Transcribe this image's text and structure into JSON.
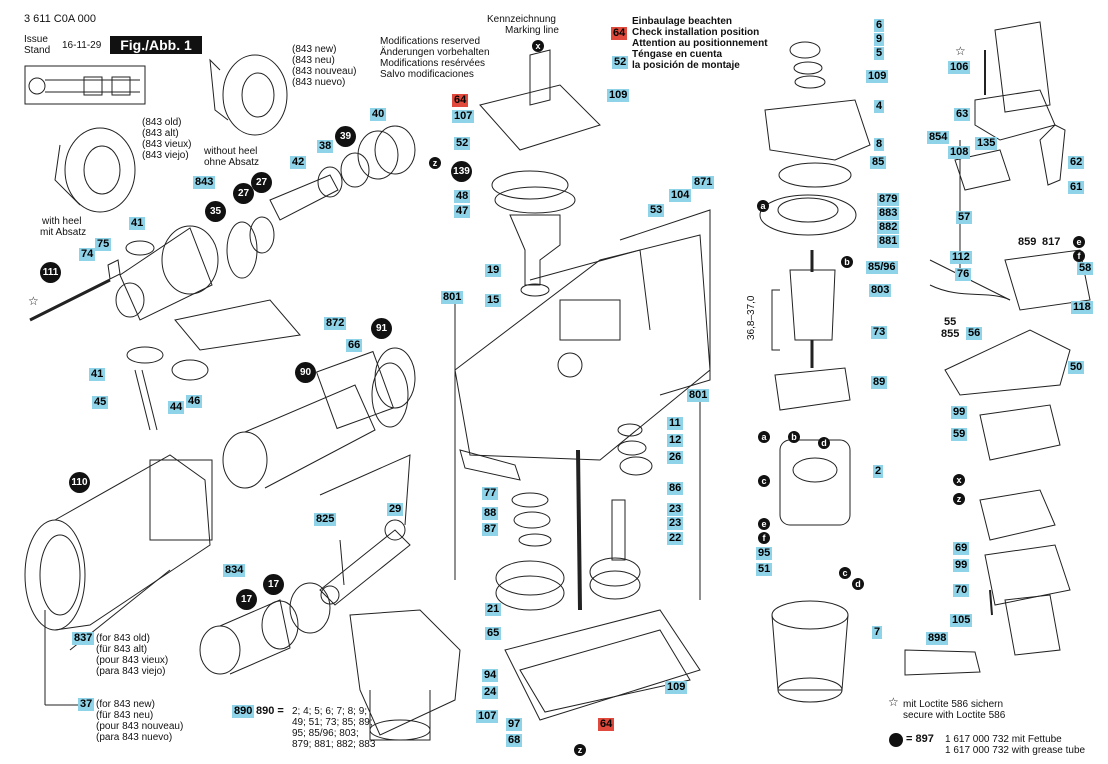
{
  "header": {
    "doc_number": "3 611 C0A 000",
    "issue_label": "Issue",
    "stand_label": "Stand",
    "issue_date": "16-11-29",
    "figure": "Fig./Abb. 1"
  },
  "notes": {
    "modifications": [
      "Modifications reserved",
      "Änderungen vorbehalten",
      "Modifications resérvées",
      "Salvo modificaciones"
    ],
    "marking_line": [
      "Kennzeichnung",
      "Marking line"
    ],
    "install_position": [
      "Einbaulage beachten",
      "Check installation position",
      "Attention au positionnement",
      "Téngase en cuenta",
      "la posición de montaje"
    ],
    "new_843": [
      "(843 new)",
      "(843 neu)",
      "(843 nouveau)",
      "(843 nuevo)"
    ],
    "old_843": [
      "(843 old)",
      "(843 alt)",
      "(843 vieux)",
      "(843 viejo)"
    ],
    "with_heel": [
      "with heel",
      "mit Absatz"
    ],
    "without_heel": [
      "without heel",
      "ohne Absatz"
    ],
    "dimension": "36,8–37,0",
    "part_837": [
      "(for 843 old)",
      "(für 843 alt)",
      "(pour 843 vieux)",
      "(para 843 viejo)"
    ],
    "part_37": [
      "(for 843 new)",
      "(für 843 neu)",
      "(pour 843 nouveau)",
      "(para 843 nuevo)"
    ],
    "set_890_label": "890 =",
    "set_890": [
      "2; 4; 5; 6; 7; 8; 9;",
      "49; 51; 73; 85; 89;",
      "95; 85/96; 803;",
      "879; 881; 882; 883"
    ],
    "loctite": [
      "mit Loctite 586 sichern",
      "secure with Loctite 586"
    ],
    "grease_label": "= 897",
    "grease": [
      "1 617 000 732 mit Fettube",
      "1 617 000 732 with grease tube"
    ]
  },
  "callouts_blue": [
    {
      "id": "c6",
      "text": "6"
    },
    {
      "id": "c9",
      "text": "9"
    },
    {
      "id": "c5",
      "text": "5"
    },
    {
      "id": "c109a",
      "text": "109"
    },
    {
      "id": "c4",
      "text": "4"
    },
    {
      "id": "c8",
      "text": "8"
    },
    {
      "id": "c85",
      "text": "85"
    },
    {
      "id": "c879",
      "text": "879"
    },
    {
      "id": "c883",
      "text": "883"
    },
    {
      "id": "c882",
      "text": "882"
    },
    {
      "id": "c881",
      "text": "881"
    },
    {
      "id": "c8596",
      "text": "85/96"
    },
    {
      "id": "c803",
      "text": "803"
    },
    {
      "id": "c73",
      "text": "73"
    },
    {
      "id": "c89",
      "text": "89"
    },
    {
      "id": "c2",
      "text": "2"
    },
    {
      "id": "c95",
      "text": "95"
    },
    {
      "id": "c51",
      "text": "51"
    },
    {
      "id": "c7",
      "text": "7"
    },
    {
      "id": "c106",
      "text": "106"
    },
    {
      "id": "c63",
      "text": "63"
    },
    {
      "id": "c854",
      "text": "854"
    },
    {
      "id": "c108",
      "text": "108"
    },
    {
      "id": "c135",
      "text": "135"
    },
    {
      "id": "c62",
      "text": "62"
    },
    {
      "id": "c61",
      "text": "61"
    },
    {
      "id": "c57",
      "text": "57"
    },
    {
      "id": "c112",
      "text": "112"
    },
    {
      "id": "c76",
      "text": "76"
    },
    {
      "id": "c859",
      "text": "859"
    },
    {
      "id": "c817",
      "text": "817"
    },
    {
      "id": "c58",
      "text": "58"
    },
    {
      "id": "c55",
      "text": "55"
    },
    {
      "id": "c855",
      "text": "855"
    },
    {
      "id": "c56",
      "text": "56"
    },
    {
      "id": "c118",
      "text": "118"
    },
    {
      "id": "c50",
      "text": "50"
    },
    {
      "id": "c99a",
      "text": "99"
    },
    {
      "id": "c59",
      "text": "59"
    },
    {
      "id": "c69",
      "text": "69"
    },
    {
      "id": "c99b",
      "text": "99"
    },
    {
      "id": "c70",
      "text": "70"
    },
    {
      "id": "c105",
      "text": "105"
    },
    {
      "id": "c898",
      "text": "898"
    },
    {
      "id": "c52a",
      "text": "52"
    },
    {
      "id": "c109b",
      "text": "109"
    },
    {
      "id": "c107a",
      "text": "107"
    },
    {
      "id": "c52b",
      "text": "52"
    },
    {
      "id": "c48",
      "text": "48"
    },
    {
      "id": "c47",
      "text": "47"
    },
    {
      "id": "c53",
      "text": "53"
    },
    {
      "id": "c104",
      "text": "104"
    },
    {
      "id": "c871",
      "text": "871"
    },
    {
      "id": "c19",
      "text": "19"
    },
    {
      "id": "c801a",
      "text": "801"
    },
    {
      "id": "c15",
      "text": "15"
    },
    {
      "id": "c801b",
      "text": "801"
    },
    {
      "id": "c11",
      "text": "11"
    },
    {
      "id": "c12",
      "text": "12"
    },
    {
      "id": "c26",
      "text": "26"
    },
    {
      "id": "c86",
      "text": "86"
    },
    {
      "id": "c77",
      "text": "77"
    },
    {
      "id": "c88",
      "text": "88"
    },
    {
      "id": "c87",
      "text": "87"
    },
    {
      "id": "c23a",
      "text": "23"
    },
    {
      "id": "c23b",
      "text": "23"
    },
    {
      "id": "c22",
      "text": "22"
    },
    {
      "id": "c21",
      "text": "21"
    },
    {
      "id": "c65",
      "text": "65"
    },
    {
      "id": "c94",
      "text": "94"
    },
    {
      "id": "c24",
      "text": "24"
    },
    {
      "id": "c109c",
      "text": "109"
    },
    {
      "id": "c107b",
      "text": "107"
    },
    {
      "id": "c97",
      "text": "97"
    },
    {
      "id": "c68",
      "text": "68"
    },
    {
      "id": "c40",
      "text": "40"
    },
    {
      "id": "c38",
      "text": "38"
    },
    {
      "id": "c42",
      "text": "42"
    },
    {
      "id": "c843",
      "text": "843"
    },
    {
      "id": "c41a",
      "text": "41"
    },
    {
      "id": "c74",
      "text": "74"
    },
    {
      "id": "c75",
      "text": "75"
    },
    {
      "id": "c872",
      "text": "872"
    },
    {
      "id": "c66",
      "text": "66"
    },
    {
      "id": "c41b",
      "text": "41"
    },
    {
      "id": "c45",
      "text": "45"
    },
    {
      "id": "c44",
      "text": "44"
    },
    {
      "id": "c46",
      "text": "46"
    },
    {
      "id": "c825",
      "text": "825"
    },
    {
      "id": "c29",
      "text": "29"
    },
    {
      "id": "c834",
      "text": "834"
    },
    {
      "id": "c837",
      "text": "837"
    },
    {
      "id": "c37",
      "text": "37"
    },
    {
      "id": "c890",
      "text": "890"
    }
  ],
  "callouts_red": [
    {
      "id": "r64a",
      "text": "64"
    },
    {
      "id": "r64b",
      "text": "64"
    },
    {
      "id": "r64c",
      "text": "64"
    }
  ],
  "grease_points": [
    {
      "id": "g111",
      "text": "111"
    },
    {
      "id": "g35",
      "text": "35"
    },
    {
      "id": "g27a",
      "text": "27"
    },
    {
      "id": "g27b",
      "text": "27"
    },
    {
      "id": "g39",
      "text": "39"
    },
    {
      "id": "g91",
      "text": "91"
    },
    {
      "id": "g90",
      "text": "90"
    },
    {
      "id": "g110",
      "text": "110"
    },
    {
      "id": "g17a",
      "text": "17"
    },
    {
      "id": "g17b",
      "text": "17"
    },
    {
      "id": "g139",
      "text": "139"
    }
  ],
  "letters": [
    {
      "id": "lx1",
      "text": "x"
    },
    {
      "id": "lz1",
      "text": "z"
    },
    {
      "id": "la1",
      "text": "a"
    },
    {
      "id": "lb1",
      "text": "b"
    },
    {
      "id": "le1",
      "text": "e"
    },
    {
      "id": "lf1",
      "text": "f"
    },
    {
      "id": "la2",
      "text": "a"
    },
    {
      "id": "lb2",
      "text": "b"
    },
    {
      "id": "ld1",
      "text": "d"
    },
    {
      "id": "lc1",
      "text": "c"
    },
    {
      "id": "le2",
      "text": "e"
    },
    {
      "id": "lf2",
      "text": "f"
    },
    {
      "id": "lc2",
      "text": "c"
    },
    {
      "id": "ld2",
      "text": "d"
    },
    {
      "id": "lx2",
      "text": "x"
    },
    {
      "id": "lz2",
      "text": "z"
    },
    {
      "id": "lz3",
      "text": "z"
    }
  ]
}
